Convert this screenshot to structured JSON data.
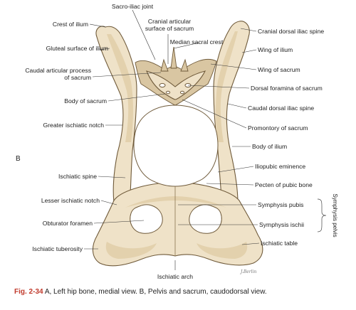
{
  "panel_letter": "B",
  "labels": {
    "crest_of_ilium": "Crest of ilium",
    "sacro_iliac_joint": "Sacro-iliac joint",
    "cranial_articular_surface_line1": "Cranial articular",
    "cranial_articular_surface_line2": "surface of sacrum",
    "median_sacral_crest": "Median sacral crest",
    "cranial_dorsal_iliac_spine": "Cranial dorsal iliac spine",
    "gluteal_surface_of_ilium": "Gluteal surface of ilium",
    "wing_of_ilium": "Wing of ilium",
    "caudal_articular_process_line1": "Caudal articular process",
    "caudal_articular_process_line2": "of sacrum",
    "wing_of_sacrum": "Wing of sacrum",
    "dorsal_foramina_of_sacrum": "Dorsal foramina of sacrum",
    "body_of_sacrum": "Body of sacrum",
    "caudal_dorsal_iliac_spine": "Caudal dorsal iliac spine",
    "greater_ischiatic_notch": "Greater ischiatic notch",
    "promontory_of_sacrum": "Promontory of sacrum",
    "body_of_ilium": "Body of ilium",
    "iliopubic_eminence": "Iliopubic eminence",
    "ischiatic_spine": "Ischiatic spine",
    "pecten_of_pubic_bone": "Pecten of pubic bone",
    "lesser_ischiatic_notch": "Lesser ischiatic notch",
    "symphysis_pubis": "Symphysis pubis",
    "obturator_foramen": "Obturator foramen",
    "symphysis_ischii": "Symphysis ischii",
    "symphysis_pelvis": "Symphysis pelvis",
    "ischiatic_tuberosity": "Ischiatic tuberosity",
    "ischiatic_table": "Ischiatic table",
    "ischiatic_arch": "Ischiatic arch"
  },
  "caption": {
    "number": "Fig. 2-34",
    "text": "A, Left hip bone, medial view. B, Pelvis and sacrum, caudodorsal view."
  },
  "colors": {
    "bone": "#efe2c8",
    "bone_outline": "#6f5a3a",
    "caption_number": "#c0392b",
    "text": "#222222"
  }
}
